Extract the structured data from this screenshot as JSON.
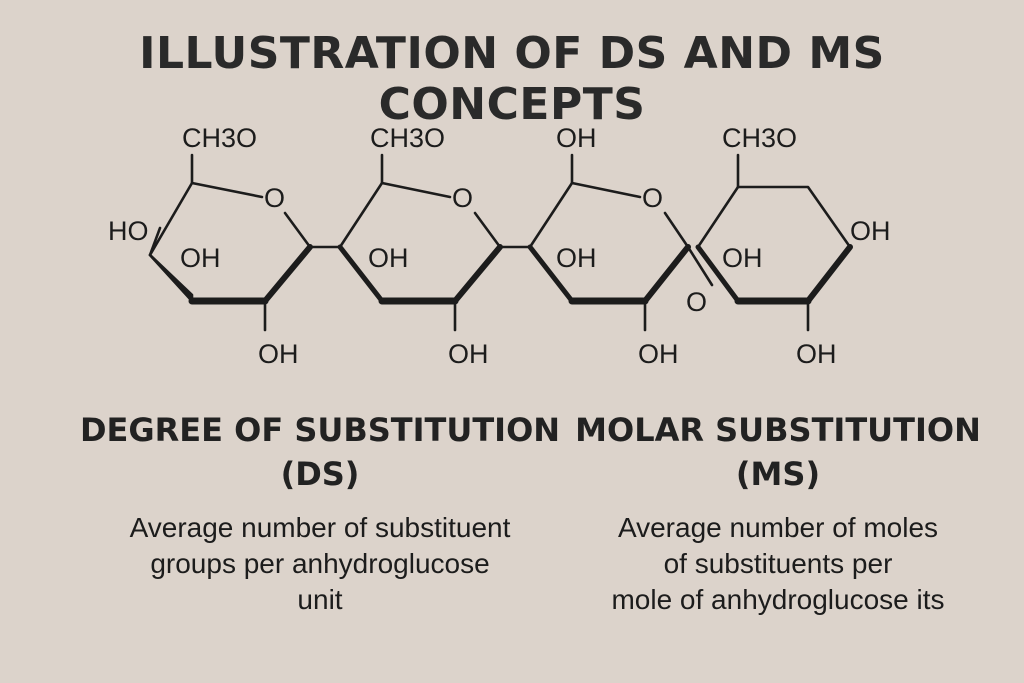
{
  "title": "ILLUSTRATION OF DS AND MS CONCEPTS",
  "diagram": {
    "units": [
      {
        "top": "CH3O",
        "left": "HO",
        "middle": "OH",
        "bottom": "OH",
        "ring_o": "O"
      },
      {
        "top": "CH3O",
        "middle": "OH",
        "bottom": "OH",
        "ring_o": "O"
      },
      {
        "top": "OH",
        "middle": "OH",
        "bottom": "OH",
        "ring_o": "O"
      },
      {
        "top": "CH3O",
        "right": "OH",
        "middle": "OH",
        "bottom": "OH",
        "link_o": "O"
      }
    ]
  },
  "ds": {
    "heading_line1": "DEGREE OF SUBSTITUTION",
    "heading_line2": "(DS)",
    "desc_lines": [
      "Average number of substituent",
      "groups per anhydroglucose",
      "unit"
    ]
  },
  "ms": {
    "heading_line1": "MOLAR SUBSTITUTION",
    "heading_line2": "(MS)",
    "desc_lines": [
      "Average number of moles",
      "of substituents per",
      "mole of anhydroglucose its"
    ]
  }
}
